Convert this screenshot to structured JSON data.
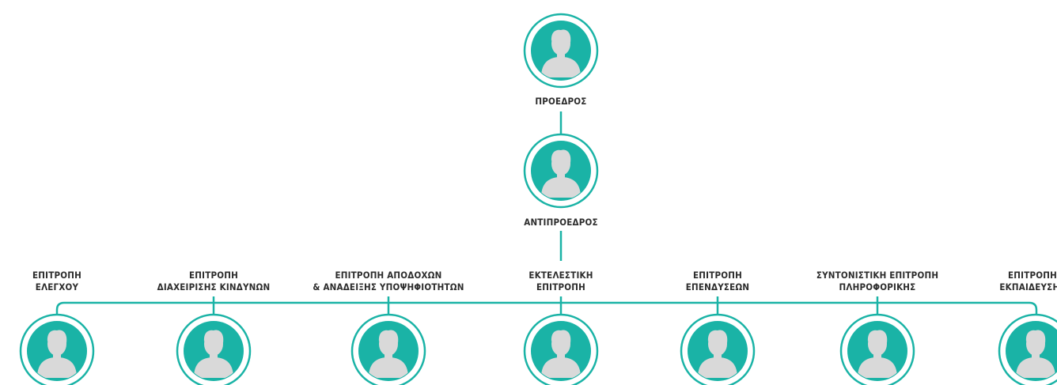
{
  "colors": {
    "accent": "#1ab3a6",
    "avatar_fill": "#d9d9d9",
    "ring": "#1ab3a6",
    "line": "#1ab3a6",
    "text": "#2c2c2c"
  },
  "nodes": {
    "president": {
      "lines": [
        "ΠΡΟΕΔΡΟΣ"
      ],
      "icon": "person-avatar-icon"
    },
    "vice_president": {
      "lines": [
        "ΑΝΤΙΠΡΟΕΔΡΟΣ"
      ],
      "icon": "person-avatar-icon"
    },
    "committees": [
      {
        "lines": [
          "ΕΠΙΤΡΟΠΗ",
          "ΕΛΕΓΧΟΥ"
        ],
        "icon": "person-avatar-icon"
      },
      {
        "lines": [
          "ΕΠΙΤΡΟΠΗ",
          "ΔΙΑΧΕΙΡΙΣΗΣ ΚΙΝΔΥΝΩΝ"
        ],
        "icon": "person-avatar-icon"
      },
      {
        "lines": [
          "ΕΠΙΤΡΟΠΗ ΑΠΟΔΟΧΩΝ",
          "& ΑΝΑΔΕΙΞΗΣ ΥΠΟΨΗΦΙΟΤΗΤΩΝ"
        ],
        "icon": "person-avatar-icon"
      },
      {
        "lines": [
          "ΕΚΤΕΛΕΣΤΙΚΗ",
          "ΕΠΙΤΡΟΠΗ"
        ],
        "icon": "person-avatar-icon"
      },
      {
        "lines": [
          "ΕΠΙΤΡΟΠΗ",
          "ΕΠΕΝΔΥΣΕΩΝ"
        ],
        "icon": "person-avatar-icon"
      },
      {
        "lines": [
          "ΣΥΝΤΟΝΙΣΤΙΚΗ ΕΠΙΤΡΟΠΗ",
          "ΠΛΗΡΟΦΟΡΙΚΗΣ"
        ],
        "icon": "person-avatar-icon"
      },
      {
        "lines": [
          "ΕΠΙΤΡΟΠΗ",
          "ΕΚΠΑΙΔΕΥΣΗΣ"
        ],
        "icon": "person-avatar-icon"
      }
    ]
  }
}
